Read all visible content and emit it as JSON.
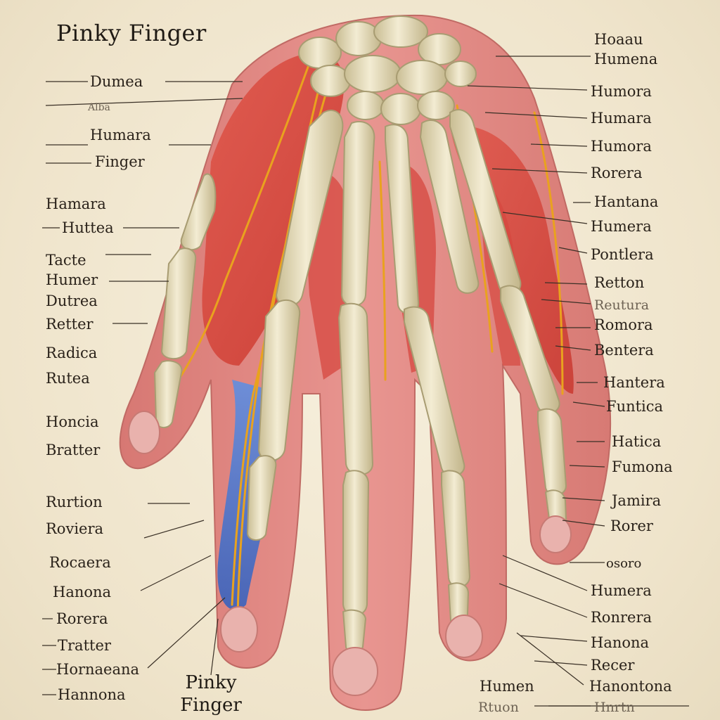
{
  "title": "Pinky Finger",
  "bottom_title": {
    "line1": "Pinky",
    "line2": "Finger"
  },
  "labels_left": [
    {
      "text": "Dumea"
    },
    {
      "text": "Alba"
    },
    {
      "text": "Humara"
    },
    {
      "text": "Finger"
    },
    {
      "text": "Hamara"
    },
    {
      "text": "Huttea"
    },
    {
      "text": "Tacte"
    },
    {
      "text": "Humer"
    },
    {
      "text": "Dutrea"
    },
    {
      "text": "Retter"
    },
    {
      "text": "Radica"
    },
    {
      "text": "Rutea"
    },
    {
      "text": "Honcia"
    },
    {
      "text": "Bratter"
    },
    {
      "text": "Rurtion"
    },
    {
      "text": "Roviera"
    },
    {
      "text": "Rocaera"
    },
    {
      "text": "Hanona"
    },
    {
      "text": "Rorera"
    },
    {
      "text": "Tratter"
    },
    {
      "text": "Hornaeana"
    },
    {
      "text": "Hannona"
    }
  ],
  "labels_right": [
    {
      "text": "Hoaau"
    },
    {
      "text": "Humena"
    },
    {
      "text": "Humora"
    },
    {
      "text": "Humara"
    },
    {
      "text": "Humora"
    },
    {
      "text": "Rorera"
    },
    {
      "text": "Hantana"
    },
    {
      "text": "Humera"
    },
    {
      "text": "Pontlera"
    },
    {
      "text": "Retton"
    },
    {
      "text": "Reutura"
    },
    {
      "text": "Romora"
    },
    {
      "text": "Bentera"
    },
    {
      "text": "Hantera"
    },
    {
      "text": "Funtica"
    },
    {
      "text": "Hatica"
    },
    {
      "text": "Fumona"
    },
    {
      "text": "Jamira"
    },
    {
      "text": "Rorer"
    },
    {
      "text": "osoro"
    },
    {
      "text": "Humera"
    },
    {
      "text": "Ronrera"
    },
    {
      "text": "Hanona"
    },
    {
      "text": "Recer"
    },
    {
      "text": "Hanontona"
    },
    {
      "text": "Hnrtn"
    }
  ],
  "labels_bottom": [
    {
      "text": "Humen"
    },
    {
      "text": "Rtuon"
    }
  ],
  "colors": {
    "skin": "#e08b86",
    "muscle": "#d9453d",
    "bone": "#ece3c2",
    "bone_shade": "#bfb38a",
    "tendon": "#e9a21e",
    "vein": "#3f78d8",
    "ink": "#2a221a"
  }
}
